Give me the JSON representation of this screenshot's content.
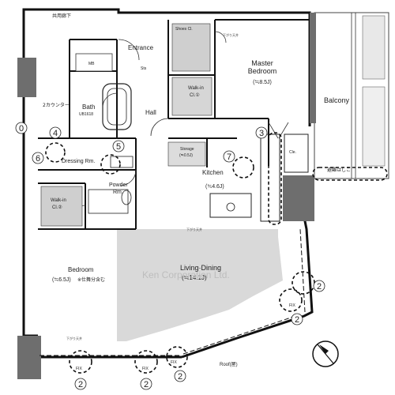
{
  "labels": {
    "corridor": "共用廊下",
    "entrance": "Entrance",
    "mb": "MB",
    "shoes": "Shoes Cl.",
    "master_bedroom": "Master",
    "master_bedroom2": "Bedroom",
    "master_bedroom_size": "(≒8.5J)",
    "balcony": "Balcony",
    "bath": "Bath",
    "bath_unit": "UB1618",
    "hall": "Hall",
    "walkin": "Walk-in",
    "walkin_cl1": "Cl.①",
    "walkin_cl2": "Cl.②",
    "storage": "Storage",
    "storage_size": "(≒0.5J)",
    "cle": "Cle.",
    "kitchen": "Kitchen",
    "kitchen_size": "(≒4.6J)",
    "dressing": "Dressing Rm.",
    "powder": "Powder",
    "powder2": "Rm.",
    "bedroom": "Bedroom",
    "bedroom_size": "(≒6.5J)",
    "bedroom_note": "※仕舞分含む",
    "living": "Living·Dining",
    "living_size": "(≒14.1J)",
    "watermark": "Ken Corporation Ltd.",
    "fix": "FIX",
    "roof": "Roof(屋)",
    "counter": "2カウンター",
    "emergency": "避難はしご",
    "sts": "Sts",
    "ceiling_note": "下がり天井"
  },
  "markers": [
    "0",
    "4",
    "5",
    "6",
    "7",
    "3",
    "2"
  ]
}
